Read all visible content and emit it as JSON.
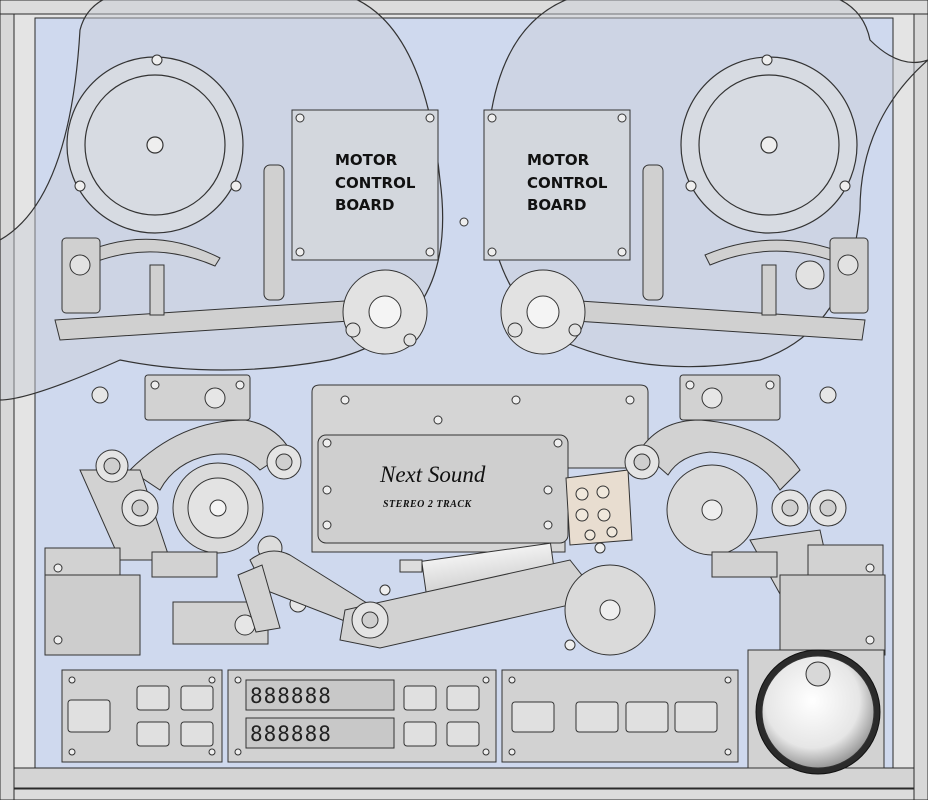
{
  "motor_boards": [
    {
      "line1": "MOTOR",
      "line2": "CONTROL",
      "line3": "BOARD"
    },
    {
      "line1": "MOTOR",
      "line2": "CONTROL",
      "line3": "BOARD"
    }
  ],
  "nameplate": {
    "brand": "Next Sound",
    "subtitle": "STEREO   2 TRACK"
  },
  "counter": {
    "top": "888888",
    "bottom": "888888"
  },
  "colors": {
    "panel": "#cfd9ee",
    "chassis": "#dcdcdc",
    "metal": "#cdcdcd",
    "line": "#2a2a2a",
    "reel": "#c9cfd8"
  }
}
